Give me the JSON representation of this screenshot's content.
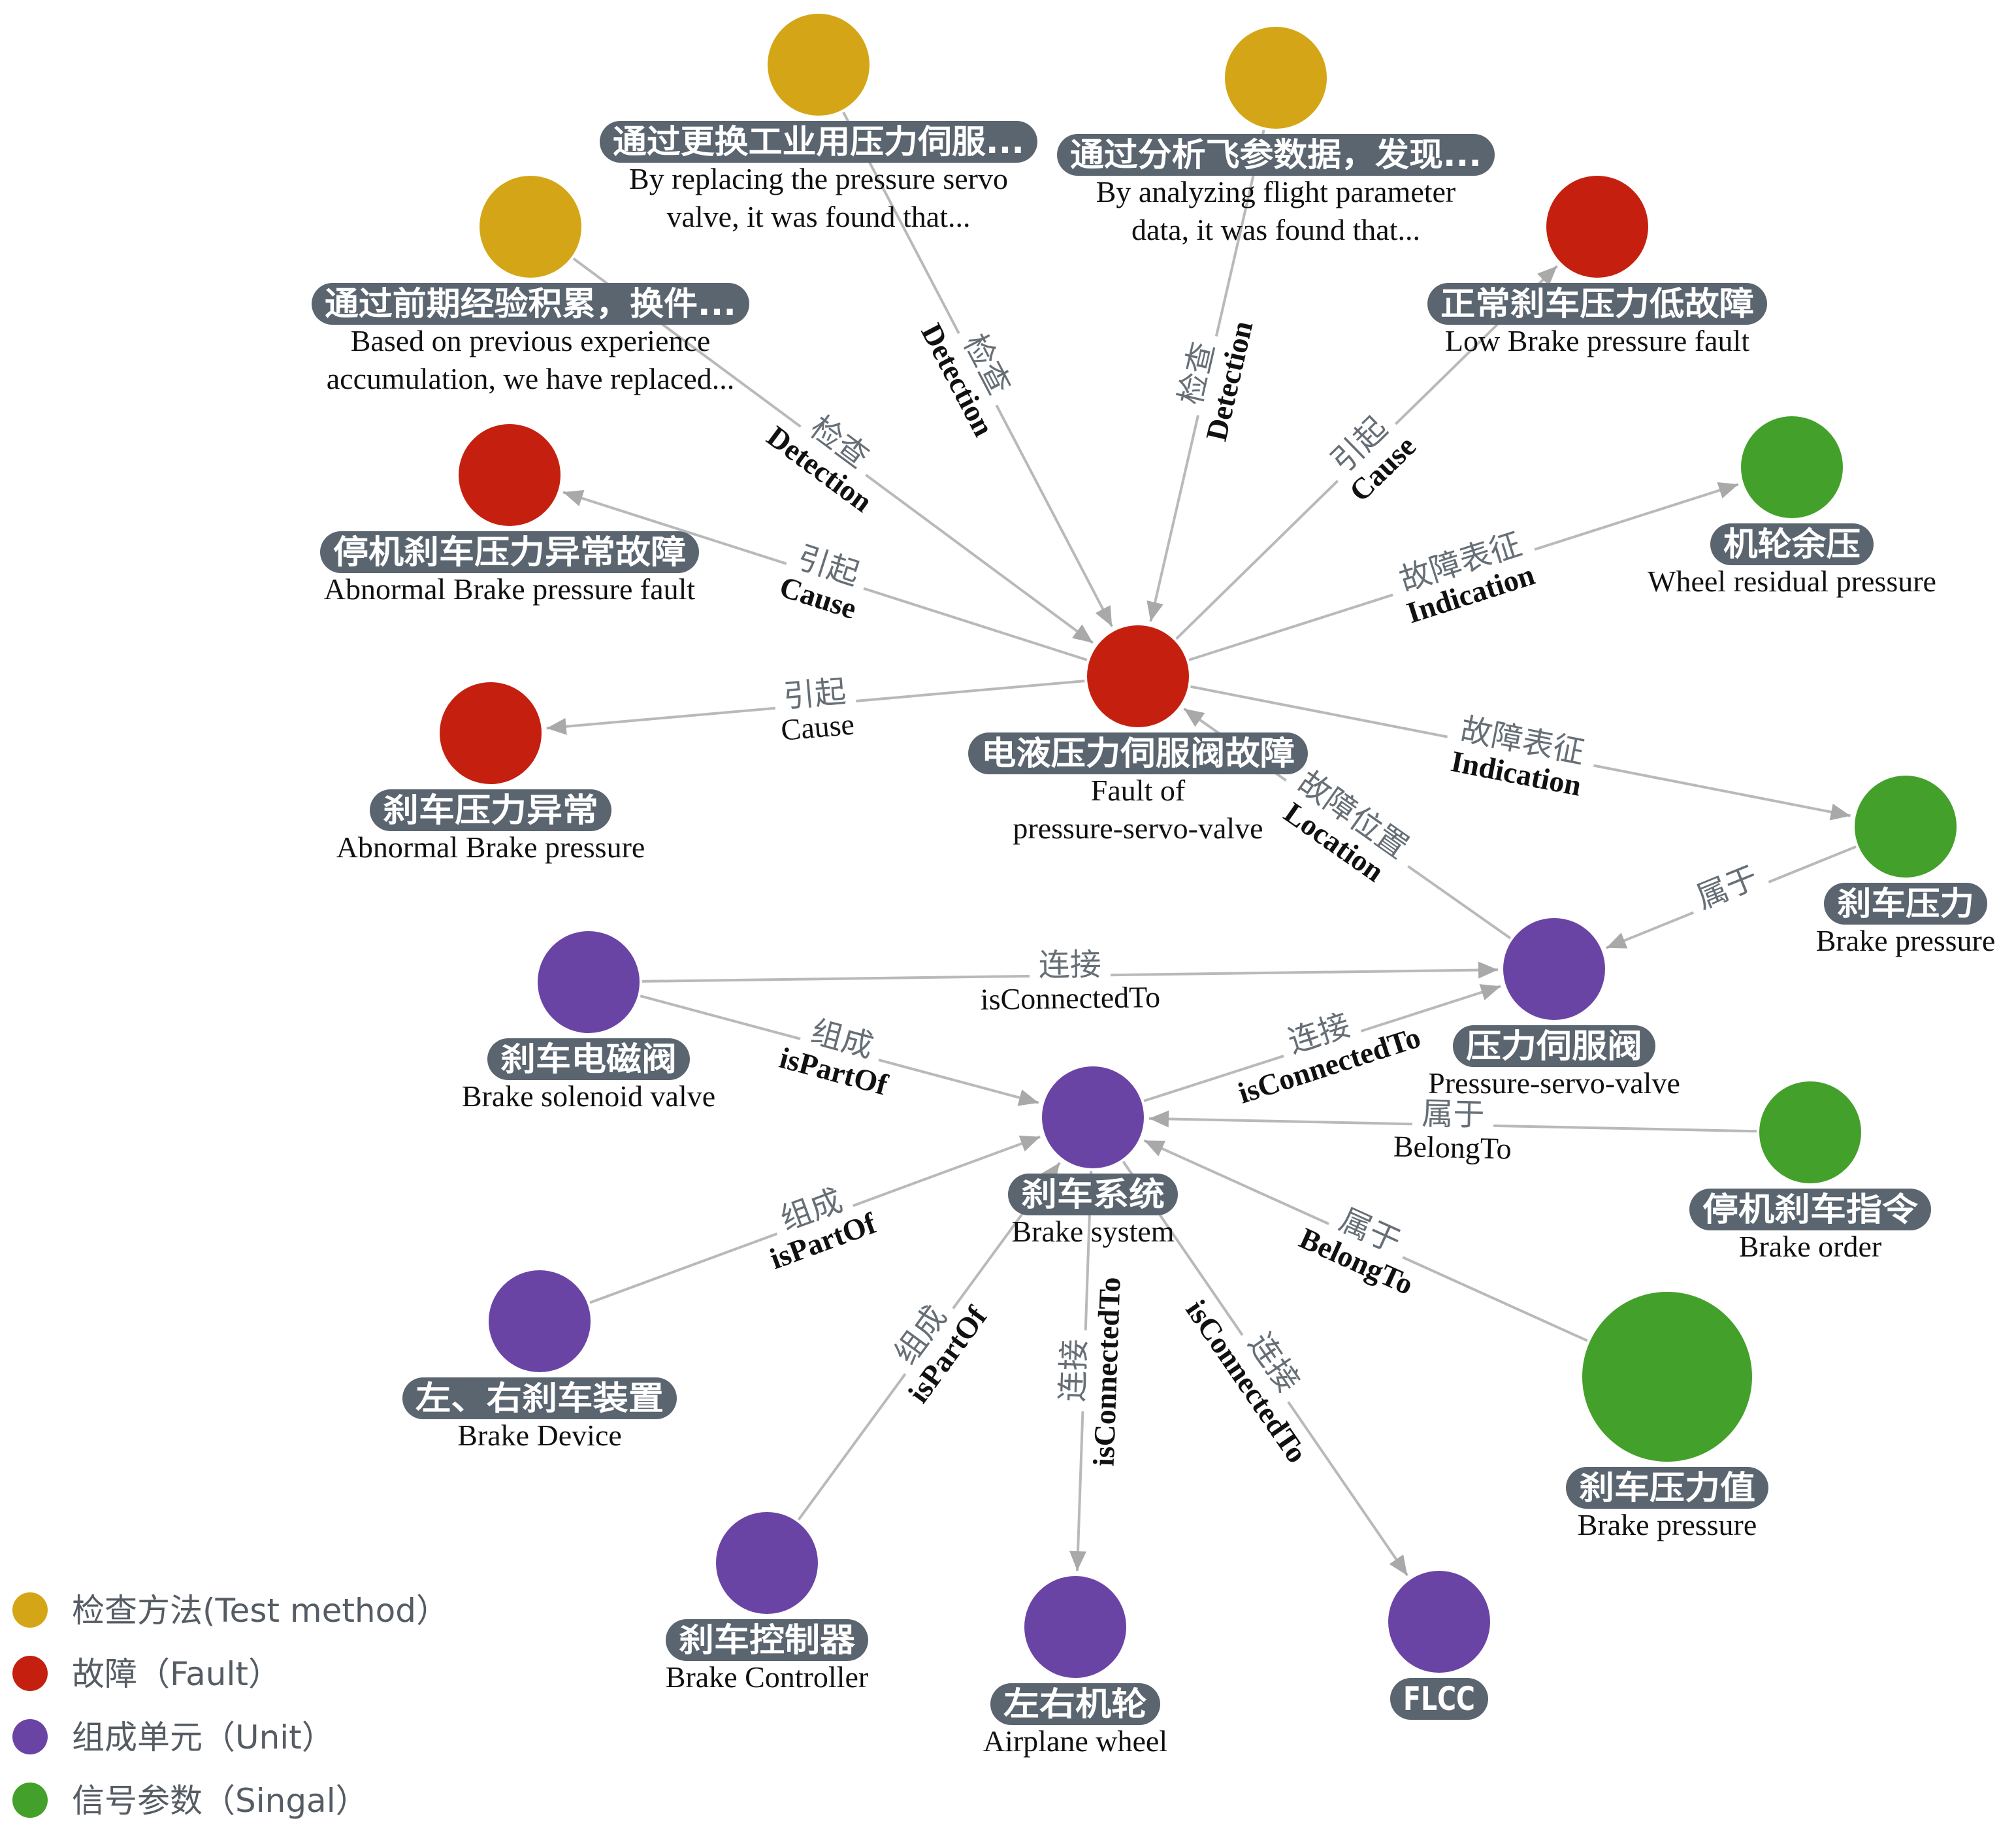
{
  "colors": {
    "test_method": "#D4A617",
    "fault": "#C5200F",
    "unit": "#6A44A5",
    "signal": "#43A02A",
    "pill": "#5A6570",
    "edge": "#B9B9B9",
    "arrow": "#A9A9A9"
  },
  "nodes": [
    {
      "id": "center",
      "type": "fault",
      "zh": "电液压力伺服阀故障",
      "en": [
        "Fault of",
        "pressure-servo-valve"
      ]
    },
    {
      "id": "tm1",
      "type": "test_method",
      "zh": "通过更换工业用压力伺服...",
      "en": [
        "By replacing the pressure servo",
        "valve, it was found that..."
      ]
    },
    {
      "id": "tm2",
      "type": "test_method",
      "zh": "通过分析飞参数据，发现...",
      "en": [
        "By analyzing flight parameter",
        "data, it was found that..."
      ]
    },
    {
      "id": "tm3",
      "type": "test_method",
      "zh": "通过前期经验积累，换件...",
      "en": [
        "Based on previous experience",
        "accumulation, we have replaced..."
      ]
    },
    {
      "id": "f_low",
      "type": "fault",
      "zh": "正常刹车压力低故障",
      "en": [
        "Low Brake pressure fault"
      ]
    },
    {
      "id": "f_abn",
      "type": "fault",
      "zh": "停机刹车压力异常故障",
      "en": [
        "Abnormal Brake pressure fault"
      ]
    },
    {
      "id": "f_bp",
      "type": "fault",
      "zh": "刹车压力异常",
      "en": [
        "Abnormal Brake pressure"
      ]
    },
    {
      "id": "s_wheel",
      "type": "signal",
      "zh": "机轮余压",
      "en": [
        "Wheel residual pressure"
      ]
    },
    {
      "id": "s_bp",
      "type": "signal",
      "zh": "刹车压力",
      "en": [
        "Brake pressure"
      ]
    },
    {
      "id": "s_order",
      "type": "signal",
      "zh": "停机刹车指令",
      "en": [
        "Brake order"
      ]
    },
    {
      "id": "s_bpv",
      "type": "signal",
      "zh": "刹车压力值",
      "en": [
        "Brake pressure"
      ]
    },
    {
      "id": "u_psv",
      "type": "unit",
      "zh": "压力伺服阀",
      "en": [
        "Pressure-servo-valve"
      ]
    },
    {
      "id": "u_sol",
      "type": "unit",
      "zh": "刹车电磁阀",
      "en": [
        "Brake  solenoid valve"
      ]
    },
    {
      "id": "u_sys",
      "type": "unit",
      "zh": "刹车系统",
      "en": [
        "Brake system"
      ]
    },
    {
      "id": "u_dev",
      "type": "unit",
      "zh": "左、右刹车装置",
      "en": [
        "Brake Device"
      ]
    },
    {
      "id": "u_ctrl",
      "type": "unit",
      "zh": "刹车控制器",
      "en": [
        "Brake Controller"
      ]
    },
    {
      "id": "u_wheel",
      "type": "unit",
      "zh": "左右机轮",
      "en": [
        "Airplane wheel"
      ]
    },
    {
      "id": "u_flcc",
      "type": "unit",
      "zh": "FLCC",
      "en": []
    }
  ],
  "edges": [
    {
      "from": "tm1",
      "to": "center",
      "zh": "检查",
      "en": "Detection"
    },
    {
      "from": "tm2",
      "to": "center",
      "zh": "检查",
      "en": "Detection"
    },
    {
      "from": "tm3",
      "to": "center",
      "zh": "检查",
      "en": "Detection"
    },
    {
      "from": "center",
      "to": "f_low",
      "zh": "引起",
      "en": "Cause"
    },
    {
      "from": "center",
      "to": "f_abn",
      "zh": "引起",
      "en": "Cause"
    },
    {
      "from": "center",
      "to": "f_bp",
      "zh": "引起",
      "en": "Cause"
    },
    {
      "from": "center",
      "to": "s_wheel",
      "zh": "故障表征",
      "en": "Indication"
    },
    {
      "from": "center",
      "to": "s_bp",
      "zh": "故障表征",
      "en": "Indication"
    },
    {
      "from": "u_psv",
      "to": "center",
      "zh": "故障位置",
      "en": "Location"
    },
    {
      "from": "s_bp",
      "to": "u_psv",
      "zh": "属于",
      "en": ""
    },
    {
      "from": "u_sol",
      "to": "u_psv",
      "zh": "连接",
      "en": "isConnectedTo"
    },
    {
      "from": "u_sol",
      "to": "u_sys",
      "zh": "组成",
      "en": "isPartOf"
    },
    {
      "from": "u_sys",
      "to": "u_psv",
      "zh": "连接",
      "en": "isConnectedTo"
    },
    {
      "from": "s_order",
      "to": "u_sys",
      "zh": "属于",
      "en": "BelongTo"
    },
    {
      "from": "s_bpv",
      "to": "u_sys",
      "zh": "属于",
      "en": "BelongTo"
    },
    {
      "from": "u_dev",
      "to": "u_sys",
      "zh": "组成",
      "en": "isPartOf"
    },
    {
      "from": "u_ctrl",
      "to": "u_sys",
      "zh": "组成",
      "en": "isPartOf"
    },
    {
      "from": "u_sys",
      "to": "u_wheel",
      "zh": "连接",
      "en": "isConnectedTo"
    },
    {
      "from": "u_sys",
      "to": "u_flcc",
      "zh": "连接",
      "en": "isConnectedTo"
    }
  ],
  "legend": [
    {
      "type": "test_method",
      "label": "检查方法(Test method）"
    },
    {
      "type": "fault",
      "label": "故障（Fault）"
    },
    {
      "type": "unit",
      "label": "组成单元（Unit）"
    },
    {
      "type": "signal",
      "label": "信号参数（Singal）"
    }
  ]
}
